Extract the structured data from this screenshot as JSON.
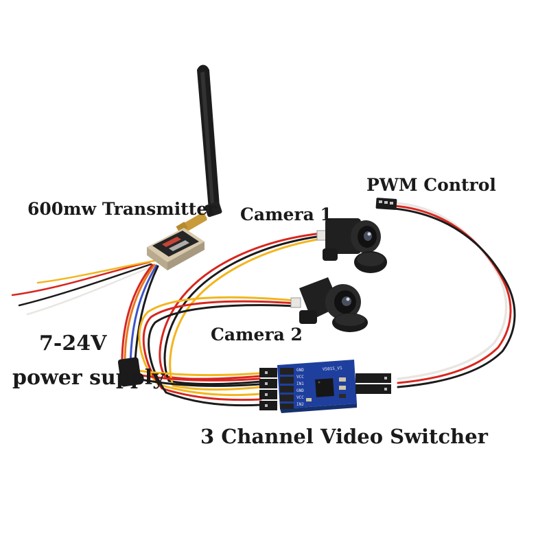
{
  "labels": {
    "transmitter": "600mw Transmitter",
    "camera1": "Camera 1",
    "pwm_control": "PWM Control",
    "camera2": "Camera 2",
    "voltage": "7-24V",
    "power_supply": "power supply",
    "switcher": "3 Channel Video Switcher"
  },
  "board_silkscreen": {
    "pins_left": [
      "GND",
      "VCC",
      "IN1",
      "GND",
      "VCC",
      "IN2"
    ],
    "model": "VS01S_V1"
  },
  "colors": {
    "wire_red": "#d8261f",
    "wire_black": "#1b1b1b",
    "wire_yellow": "#f2b51c",
    "wire_white": "#e9e6e1",
    "wire_orange": "#e8781f",
    "wire_blue": "#3a55c8",
    "board_blue": "#1f3f9e",
    "antenna_black": "#1c1c1c",
    "camera_black": "#202020",
    "background": "#ffffff"
  }
}
